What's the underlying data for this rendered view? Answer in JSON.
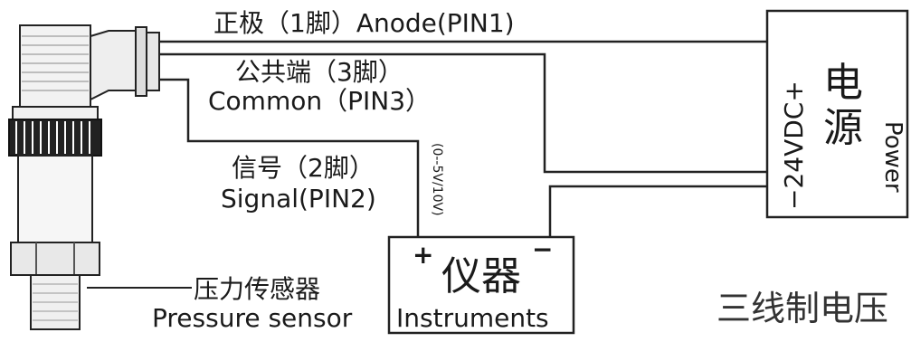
{
  "labels": {
    "anode": "正极（1脚）Anode(PIN1)",
    "common_cn": "公共端（3脚）",
    "common_en": "Common（PIN3）",
    "signal_cn": "信号（2脚）",
    "signal_en": "Signal(PIN2)",
    "signal_range": "(0--5V/10V)",
    "sensor_cn": "压力传感器",
    "sensor_en": "Pressure sensor",
    "instrument_cn": "仪器",
    "instrument_en": "Instruments",
    "instrument_plus": "+",
    "instrument_minus": "−",
    "power_cn_1": "电",
    "power_cn_2": "源",
    "power_en": "Power",
    "power_voltage": "−24VDC+",
    "footer": "三线制电压"
  }
}
